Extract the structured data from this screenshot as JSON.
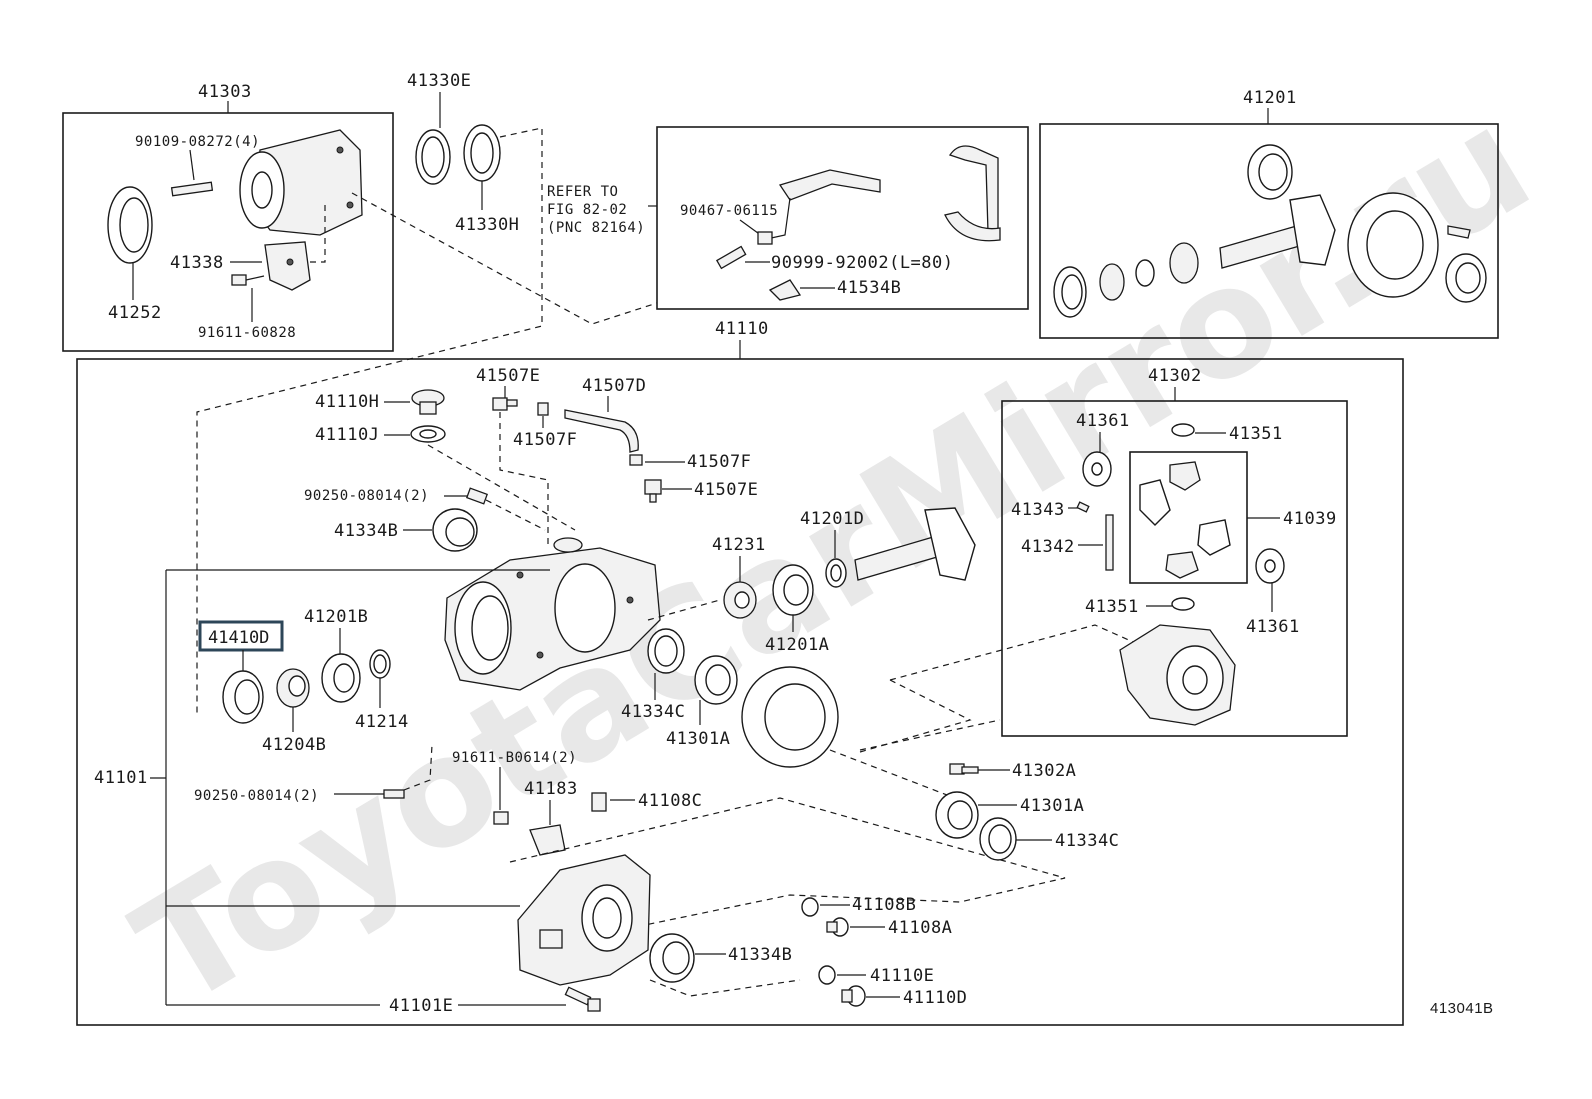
{
  "watermark": "ToyotaCarMirror.ru",
  "figure_code": "413041B",
  "highlight_color": "#2d4658",
  "refer_note": [
    "REFER TO",
    "FIG 82-02",
    "(PNC 82164)"
  ],
  "labels": {
    "p41303": "41303",
    "p90109": "90109-08272(4)",
    "p41338": "41338",
    "p41252": "41252",
    "p91611_60828": "91611-60828",
    "p41330E": "41330E",
    "p41330H": "41330H",
    "p90467": "90467-06115",
    "p90999": "90999-92002(L=80)",
    "p41534B": "41534B",
    "p41201": "41201",
    "p41110": "41110",
    "p41110H": "41110H",
    "p41110J": "41110J",
    "p41507E_top": "41507E",
    "p41507D": "41507D",
    "p41507F_left": "41507F",
    "p41507F_right": "41507F",
    "p41507E_right": "41507E",
    "p90250_top": "90250-08014(2)",
    "p41334B_top": "41334B",
    "p41410D": "41410D",
    "p41201B": "41201B",
    "p41204B": "41204B",
    "p41214": "41214",
    "p41231": "41231",
    "p41201D": "41201D",
    "p41201A": "41201A",
    "p41334C_mid": "41334C",
    "p41301A_mid": "41301A",
    "p41302": "41302",
    "p41361_top": "41361",
    "p41351_top": "41351",
    "p41343": "41343",
    "p41342": "41342",
    "p41039": "41039",
    "p41351_bot": "41351",
    "p41361_bot": "41361",
    "p41101": "41101",
    "p90250_bot": "90250-08014(2)",
    "p91611_B0614": "91611-B0614(2)",
    "p41183": "41183",
    "p41108C": "41108C",
    "p41302A": "41302A",
    "p41301A_right": "41301A",
    "p41334C_right": "41334C",
    "p41108B": "41108B",
    "p41108A": "41108A",
    "p41334B_bot": "41334B",
    "p41110E": "41110E",
    "p41110D": "41110D",
    "p41101E": "41101E"
  }
}
